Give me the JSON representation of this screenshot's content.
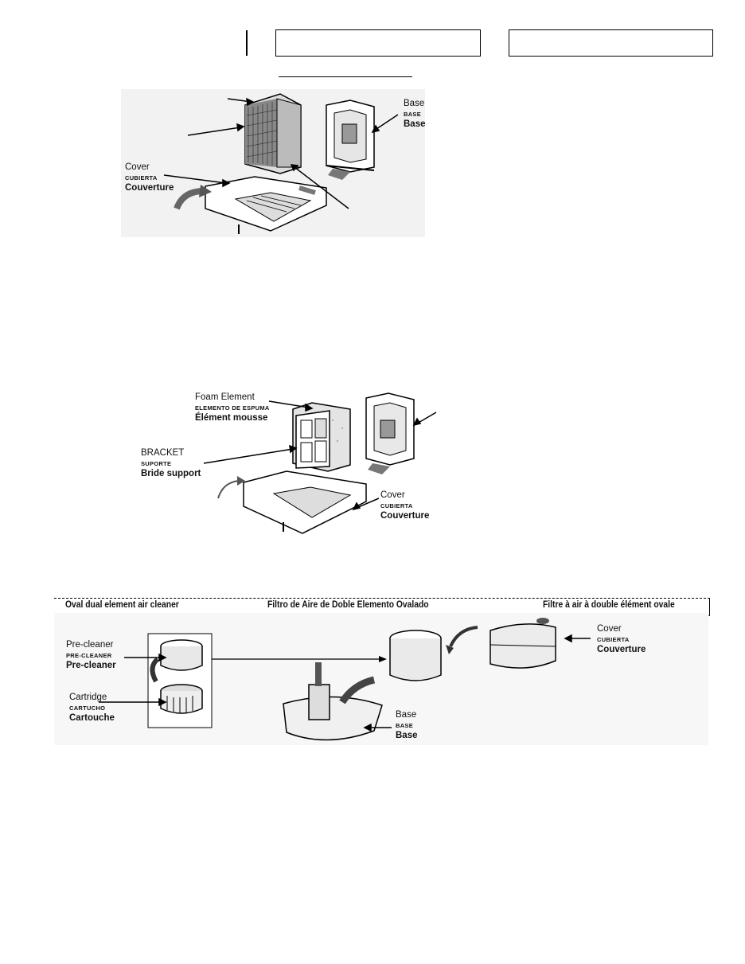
{
  "header_boxes": [
    {
      "text": ""
    },
    {
      "text": ""
    }
  ],
  "fig1": {
    "base": {
      "en": "Base",
      "es": "BASE",
      "fr": "Base"
    },
    "cover": {
      "en": "Cover",
      "es": "CUBIERTA",
      "fr": "Couverture"
    }
  },
  "fig2": {
    "foam": {
      "en": "Foam Element",
      "es": "ELEMENTO DE ESPUMA",
      "fr": "Élément mousse"
    },
    "bracket": {
      "en": "BRACKET",
      "es": "SUPORTE",
      "fr": "Bride support"
    },
    "cover": {
      "en": "Cover",
      "es": "CUBIERTA",
      "fr": "Couverture"
    }
  },
  "fig3": {
    "title_en": "Oval dual element air cleaner",
    "title_es": "Filtro de Aire de Doble Elemento Ovalado",
    "title_fr": "Filtre à air à double élément ovale",
    "precleaner": {
      "en": "Pre-cleaner",
      "es": "PRE-CLEANER",
      "fr": "Pre-cleaner"
    },
    "cartridge": {
      "en": "Cartridge",
      "es": "CARTUCHO",
      "fr": "Cartouche"
    },
    "base": {
      "en": "Base",
      "es": "BASE",
      "fr": "Base"
    },
    "cover": {
      "en": "Cover",
      "es": "CUBIERTA",
      "fr": "Couverture"
    }
  }
}
